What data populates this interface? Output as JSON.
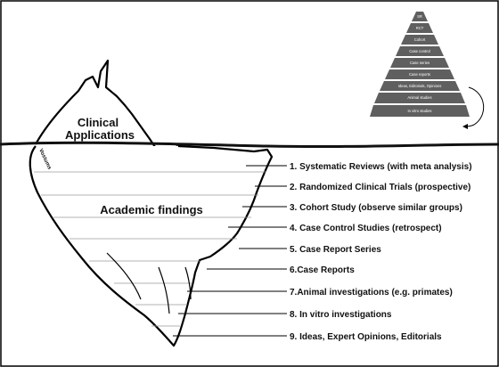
{
  "iceberg": {
    "top_label_line1": "Clinical",
    "top_label_line2": "Applications",
    "body_label": "Academic findings",
    "side_label": "Vostums"
  },
  "levels": [
    "1. Systematic Reviews (with meta analysis)",
    "2. Randomized Clinical Trials (prospective)",
    "3. Cohort Study (observe similar groups)",
    "4. Case Control Studies (retrospect)",
    "5. Case Report Series",
    "6.Case Reports",
    "7.Animal investigations (e.g. primates)",
    "8. In vitro investigations",
    "9. Ideas, Expert Opinions, Editorials"
  ],
  "pyramid": [
    "SR",
    "RCT",
    "Cohort",
    "Case control",
    "Case series",
    "Case reports",
    "Ideas, Editorials, Opinions",
    "Animal studies",
    "In vitro studies"
  ],
  "colors": {
    "pyramid_fill": "#5f5f5f",
    "outline": "#000000",
    "water_line": "#222222",
    "level_line": "#9a9a9a"
  }
}
